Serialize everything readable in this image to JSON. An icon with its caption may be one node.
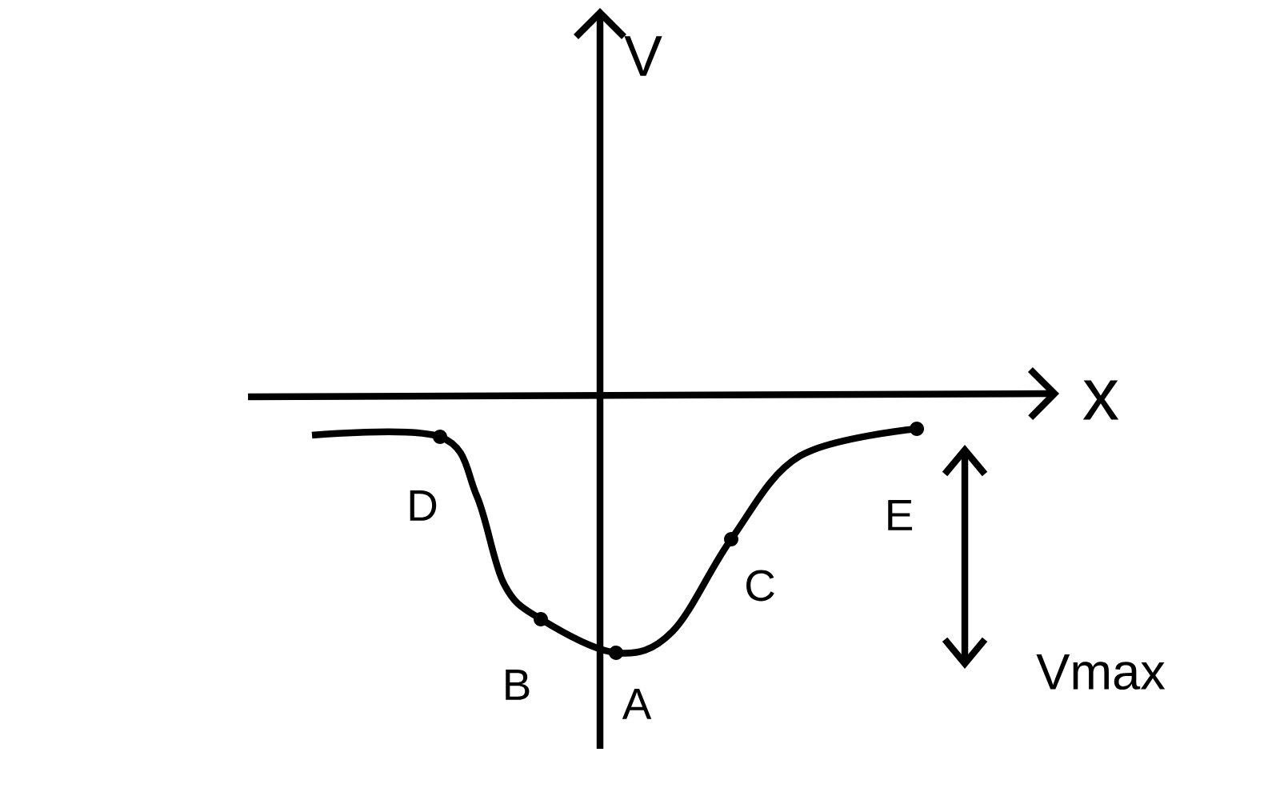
{
  "diagram": {
    "labels": [
      "V",
      "x",
      "D",
      "E",
      "C",
      "B",
      "A",
      "Vmax"
    ]
  }
}
